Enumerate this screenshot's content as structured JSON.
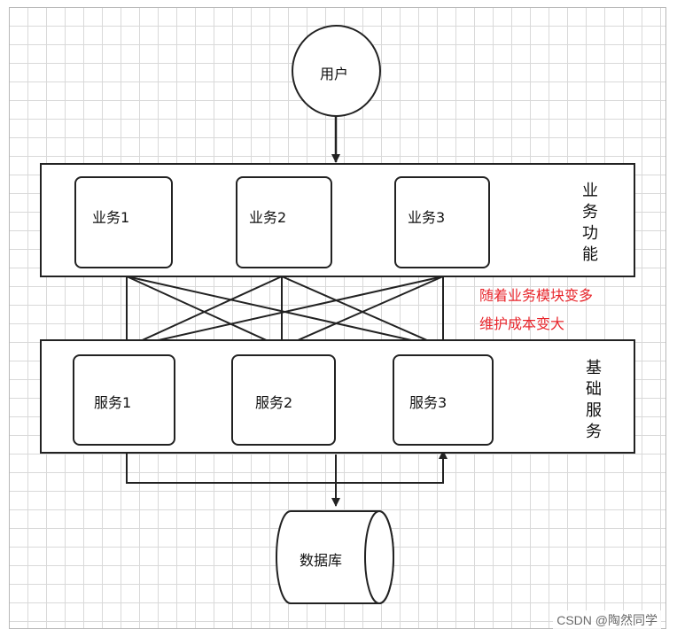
{
  "user": {
    "label": "用户"
  },
  "business_layer": {
    "side_label": "业务功能",
    "modules": [
      "业务1",
      "业务2",
      "业务3"
    ]
  },
  "annotation": {
    "line1": "随着业务模块变多",
    "line2": "维护成本变大"
  },
  "service_layer": {
    "side_label": "基础服务",
    "services": [
      "服务1",
      "服务2",
      "服务3"
    ]
  },
  "database": {
    "label": "数据库"
  },
  "watermark": "CSDN @陶然同学",
  "colors": {
    "annotation": "#e8262c",
    "stroke": "#222222",
    "grid": "#d9d9d9"
  }
}
